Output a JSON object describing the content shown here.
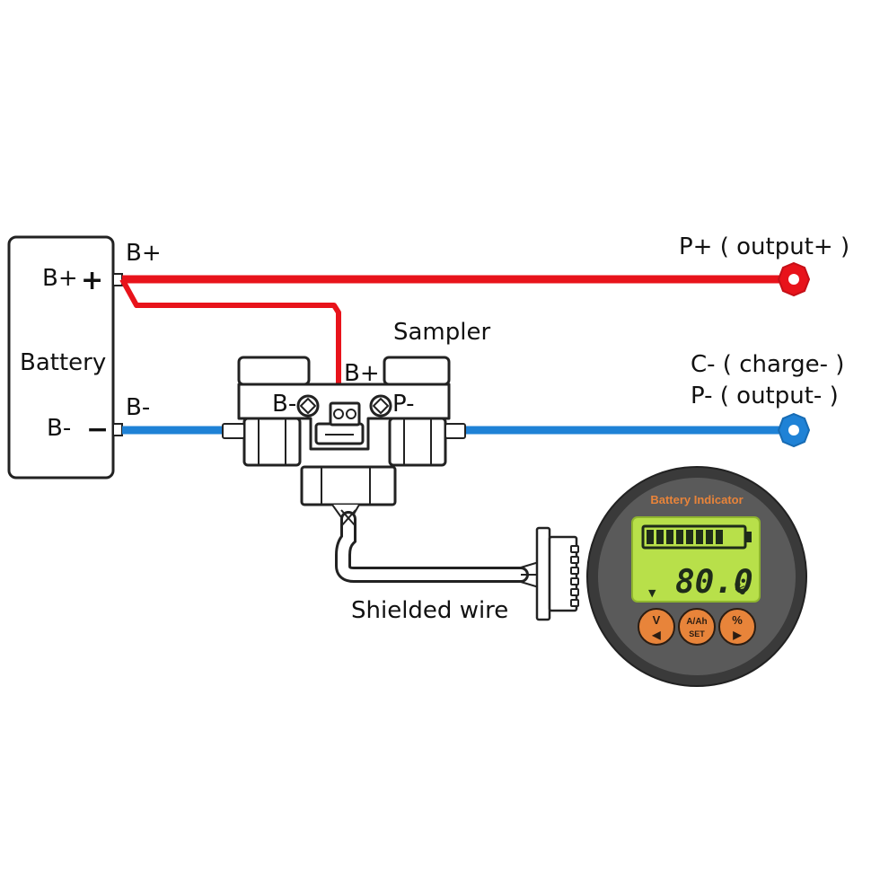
{
  "battery": {
    "label": "Battery",
    "positive_terminal_label": "B+",
    "negative_terminal_label": "B-",
    "positive_sign": "+",
    "negative_sign": "−"
  },
  "wires": {
    "positive_label": "B+",
    "negative_label": "B-",
    "positive_color": "#e8131b",
    "negative_color": "#1f82d6"
  },
  "outputs": {
    "positive_label": "P+ ( output+ )",
    "charge_label": "C- ( charge- )",
    "negative_label": "P- ( output- )"
  },
  "sampler": {
    "title": "Sampler",
    "bplus_label": "B+",
    "bminus_label": "B-",
    "pminus_label": "P-"
  },
  "cable": {
    "label": "Shielded wire"
  },
  "indicator": {
    "title": "Battery Indicator",
    "reading": "80.0",
    "unit": "%",
    "level_fraction": 0.8,
    "buttons": {
      "left_top": "V",
      "left_bottom": "◀",
      "middle_top": "A/Ah",
      "middle_bottom": "SET",
      "right_top": "%",
      "right_bottom": "▶"
    },
    "colors": {
      "bezel": "#3a3a3a",
      "face": "#5a5a5a",
      "lcd": "#b8e04a",
      "accent": "#e8843a"
    }
  }
}
